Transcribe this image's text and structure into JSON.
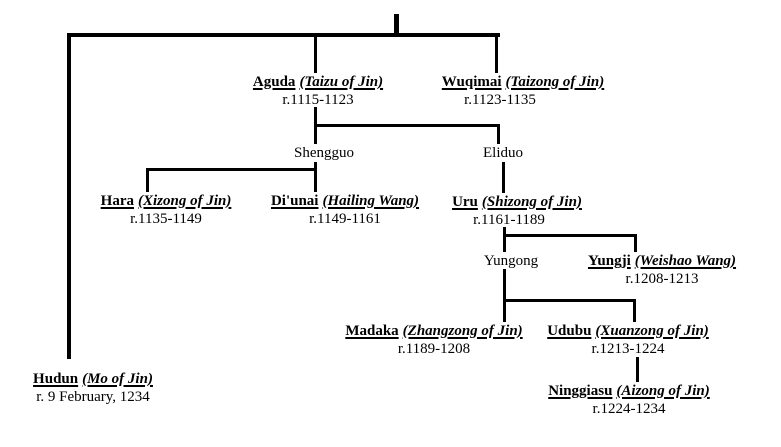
{
  "colors": {
    "background": "#ffffff",
    "line": "#000000",
    "text": "#000000"
  },
  "people": {
    "aguda": {
      "name": "Aguda",
      "title": "(Taizu of Jin)",
      "reign": "r.1115-1123"
    },
    "wuqimai": {
      "name": "Wuqimai",
      "title": "(Taizong of Jin)",
      "reign": "r.1123-1135"
    },
    "shengguo": {
      "name": "Shengguo"
    },
    "eliduo": {
      "name": "Eliduo"
    },
    "hara": {
      "name": "Hara",
      "title": "(Xizong of Jin)",
      "reign": "r.1135-1149"
    },
    "diunai": {
      "name": "Di'unai",
      "title": "(Hailing Wang)",
      "reign": "r.1149-1161"
    },
    "uru": {
      "name": "Uru",
      "title": "(Shizong of Jin)",
      "reign": "r.1161-1189"
    },
    "yungong": {
      "name": "Yungong"
    },
    "yungji": {
      "name": "Yungji",
      "title": "(Weishao Wang)",
      "reign": "r.1208-1213"
    },
    "madaka": {
      "name": "Madaka",
      "title": "(Zhangzong of Jin)",
      "reign": "r.1189-1208"
    },
    "udubu": {
      "name": "Udubu",
      "title": "(Xuanzong of Jin)",
      "reign": "r.1213-1224"
    },
    "ninggiasu": {
      "name": "Ninggiasu",
      "title": "(Aizong of Jin)",
      "reign": "r.1224-1234"
    },
    "hudun": {
      "name": "Hudun",
      "title": "(Mo of Jin)",
      "reign": "r. 9 February, 1234"
    }
  }
}
